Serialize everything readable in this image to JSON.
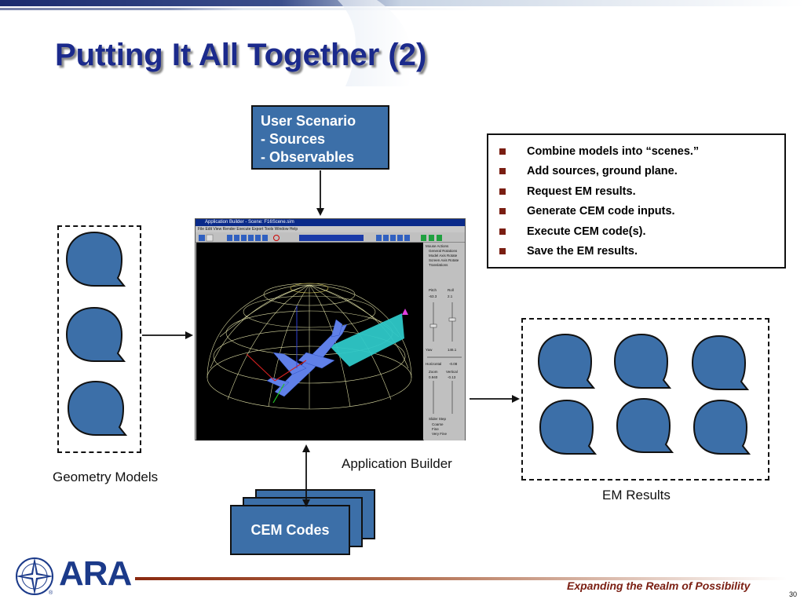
{
  "slide": {
    "title": "Putting It All Together (2)",
    "page_number": "30",
    "tagline": "Expanding the Realm of Possibility",
    "logo_text": "ARA",
    "logo_mark": "®"
  },
  "scenario_box": {
    "lines": [
      "User Scenario",
      "- Sources",
      "- Observables"
    ]
  },
  "bullets": [
    "Combine models into “scenes.”",
    "Add sources, ground plane.",
    "Request EM results.",
    "Generate CEM code inputs.",
    "Execute CEM code(s).",
    "Save the EM results."
  ],
  "labels": {
    "geometry_models": "Geometry Models",
    "application_builder": "Application Builder",
    "em_results": "EM Results",
    "cem_codes": "CEM Codes"
  },
  "app_window": {
    "title": "Application Builder - Scene: F16Scene.sim",
    "menu": "File  Edit  View  Render  Execute  Export  Tools  Window  Help",
    "panel_labels": [
      "Mouse Actions",
      "General Rotations",
      "Model Axis Rotate",
      "Screen Axis Rotate",
      "Translations",
      "Pitch",
      "Roll",
      "-63.3",
      "2.1",
      "Yaw",
      "146.1",
      "Horizontal",
      "-0.08",
      "Zoom",
      "Vertical",
      "0.940",
      "-0.13",
      "Slider Step",
      "Coarse",
      "Fine",
      "Very Fine"
    ]
  },
  "colors": {
    "title": "#1b2a8c",
    "box_fill": "#3c6fa8",
    "bullet": "#7a1e12",
    "tagline": "#7a1e12",
    "cone": "#2ec8c8"
  }
}
